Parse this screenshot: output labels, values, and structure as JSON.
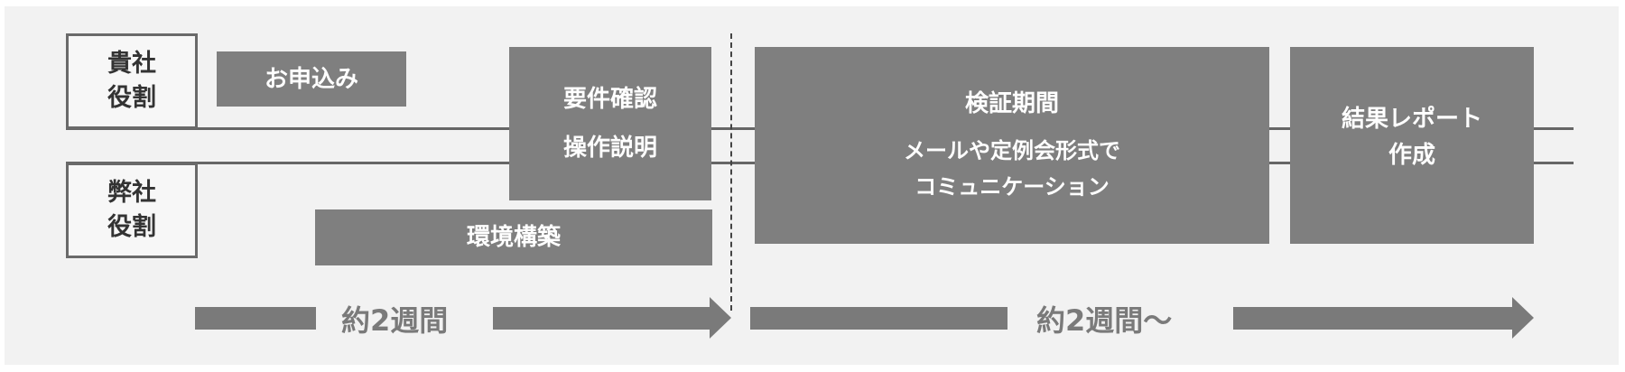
{
  "roles": {
    "client": "貴社\n役割",
    "vendor": "弊社\n役割"
  },
  "steps": {
    "apply": "お申込み",
    "requirements": [
      "要件確認",
      "操作説明"
    ],
    "environment": "環境構築",
    "verification": {
      "title": "検証期間",
      "desc": [
        "メールや定例会形式で",
        "コミュニケーション"
      ]
    },
    "report": [
      "結果レポート",
      "作成"
    ]
  },
  "durations": {
    "phase1": "約2週間",
    "phase2": "約2週間〜"
  }
}
